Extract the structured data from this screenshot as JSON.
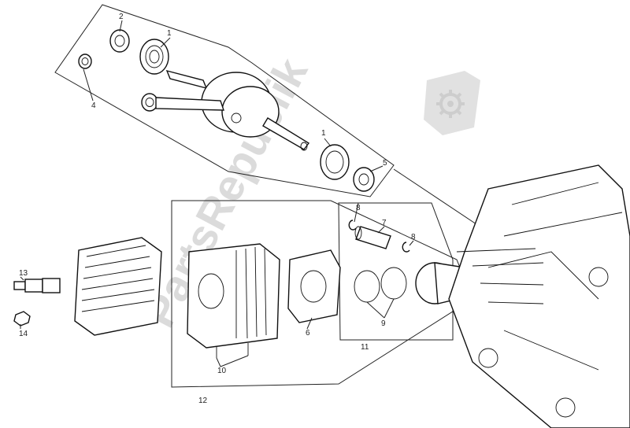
{
  "watermark": {
    "text": "PartsRepublik",
    "icon": "gear-icon",
    "color": "#c8c8c8"
  },
  "callouts": {
    "c1a": "1",
    "c2": "2",
    "c4": "4",
    "c1b": "1",
    "c5": "5",
    "c8a": "8",
    "c7": "7",
    "c8b": "8",
    "c13": "13",
    "c14": "14",
    "c6": "6",
    "c9": "9",
    "c11": "11",
    "c10": "10",
    "c12": "12"
  }
}
